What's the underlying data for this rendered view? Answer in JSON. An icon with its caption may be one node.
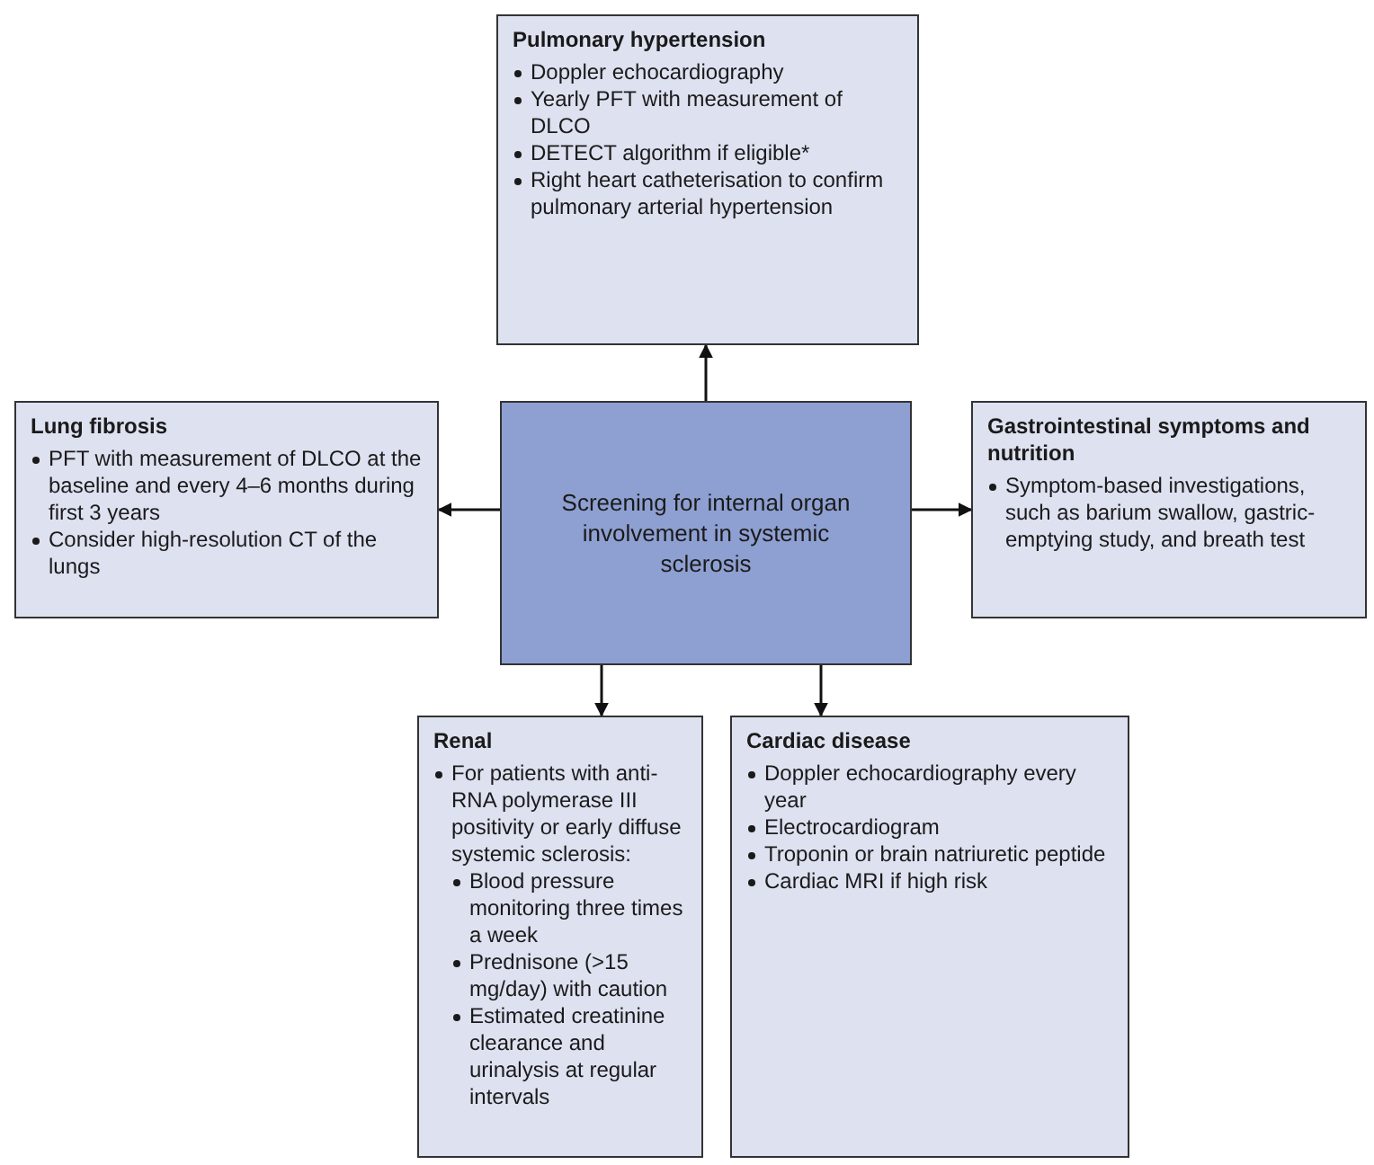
{
  "diagram": {
    "nodes": [
      {
        "text": [
          "Pulmonary hypertension",
          "Doppler echocardiography",
          "Yearly PFT with measurement of DLCO",
          "DETECT algorithm if eligible*",
          "Right heart catheterisation to confirm pulmonary arterial hypertension"
        ]
      },
      {
        "text": [
          "Lung fibrosis",
          "PFT with measurement of DLCO at the baseline and every 4–6 months during first 3 years",
          "Consider high-resolution CT of the lungs"
        ]
      },
      {
        "text": [
          "Screening for internal organ involvement in systemic sclerosis"
        ]
      },
      {
        "text": [
          "Gastrointestinal symptoms and nutrition",
          "Symptom-based investigations, such as barium swallow, gastric-emptying study, and breath test"
        ]
      },
      {
        "text": [
          "Renal",
          "For patients with anti-RNA polymerase III positivity or early diffuse systemic sclerosis:",
          "Blood pressure monitoring three times a week",
          "Prednisone (>15 mg/day) with caution",
          "Estimated creatinine clearance and urinalysis at regular intervals"
        ]
      },
      {
        "text": [
          "Cardiac disease",
          "Doppler echocardiography every year",
          "Electrocardiogram",
          "Troponin or brain natriuretic peptide",
          "Cardiac MRI if high risk"
        ]
      }
    ],
    "edges": [
      {
        "from": 2,
        "to": 0,
        "arrow": "to"
      },
      {
        "from": 2,
        "to": 1,
        "arrow": "to"
      },
      {
        "from": 2,
        "to": 3,
        "arrow": "to"
      },
      {
        "from": 2,
        "to": 4,
        "arrow": "to"
      },
      {
        "from": 2,
        "to": 5,
        "arrow": "to"
      }
    ]
  }
}
